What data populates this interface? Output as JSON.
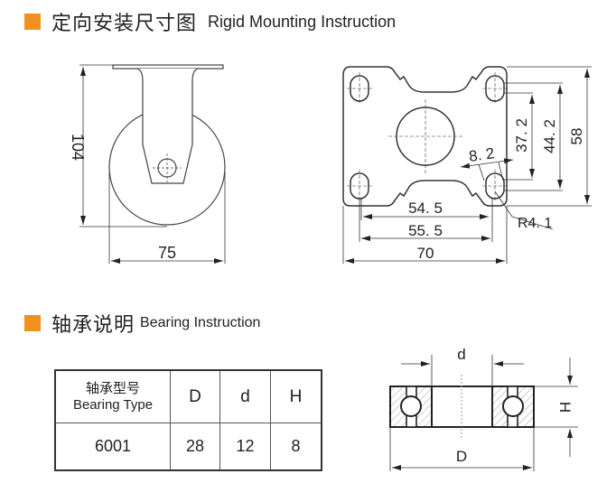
{
  "section1": {
    "title_zh": "定向安装尺寸图",
    "title_en": "Rigid Mounting Instruction",
    "icon": "orange-square-icon",
    "side_view": {
      "height_label": "104",
      "width_label": "75"
    },
    "top_plate": {
      "dim_70": "70",
      "dim_55_5": "55. 5",
      "dim_54_5": "54. 5",
      "dim_58": "58",
      "dim_44_2": "44. 2",
      "dim_37_2": "37. 2",
      "dim_8_2": "8. 2",
      "radius": "R4. 1"
    }
  },
  "section2": {
    "title_zh": "轴承说明",
    "title_en": "Bearing Instruction",
    "icon": "orange-square-icon",
    "table": {
      "header_zh": "轴承型号",
      "header_en": "Bearing Type",
      "col_D": "D",
      "col_d": "d",
      "col_H": "H",
      "row": {
        "type": "6001",
        "D": "28",
        "d": "12",
        "H": "8"
      }
    },
    "bearing_diagram": {
      "label_d": "d",
      "label_D": "D",
      "label_H": "H"
    }
  },
  "colors": {
    "accent": "#f0901e",
    "line": "#333333"
  }
}
